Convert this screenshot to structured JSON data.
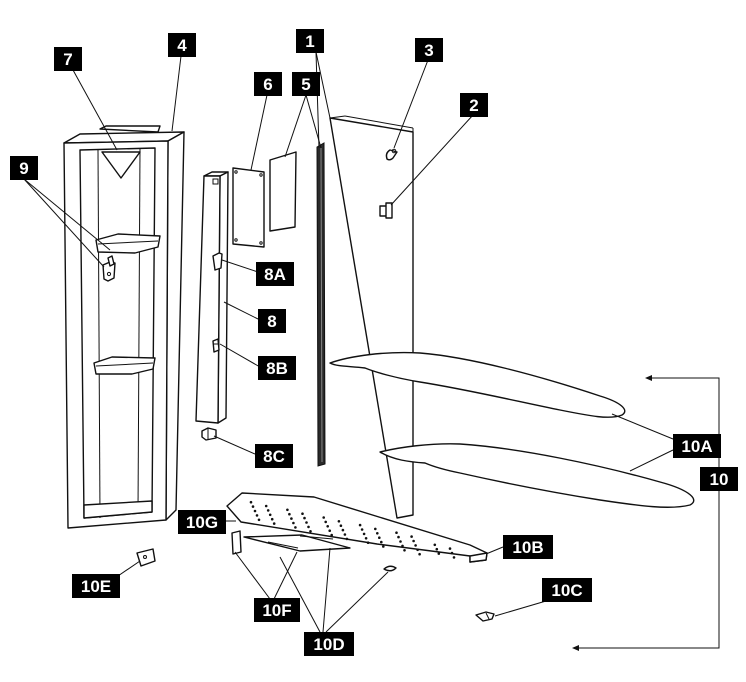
{
  "diagram": {
    "callouts": {
      "c1": "1",
      "c2": "2",
      "c3": "3",
      "c4": "4",
      "c5": "5",
      "c6": "6",
      "c7": "7",
      "c8": "8",
      "c8a": "8A",
      "c8b": "8B",
      "c8c": "8C",
      "c9": "9",
      "c10": "10",
      "c10a": "10A",
      "c10b": "10B",
      "c10c": "10C",
      "c10d": "10D",
      "c10e": "10E",
      "c10f": "10F",
      "c10g": "10G"
    }
  }
}
